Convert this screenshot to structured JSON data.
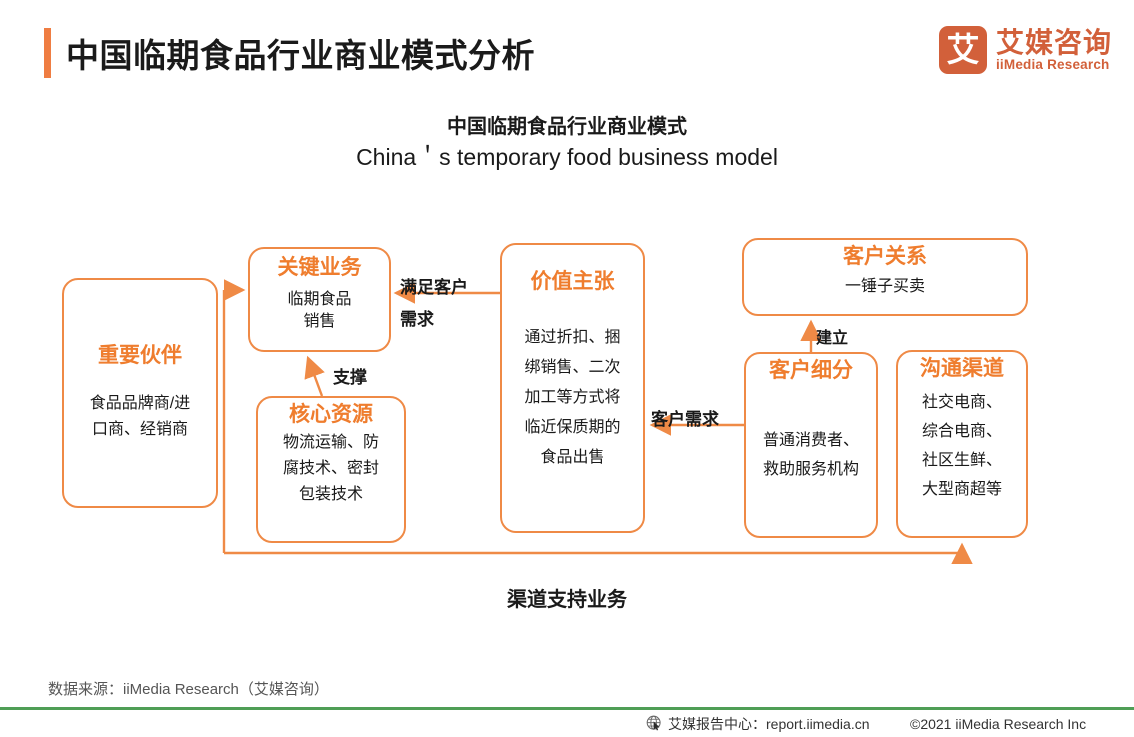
{
  "header": {
    "title": "中国临期食品行业商业模式分析",
    "logo": {
      "mark": "艾",
      "cn": "艾媒咨询",
      "en": "iiMedia Research"
    }
  },
  "chart_titles": {
    "cn": "中国临期食品行业商业模式",
    "en": "China＇s temporary food business model"
  },
  "nodes": {
    "partners": {
      "head": "重要伙伴",
      "body_lines": [
        "食品品牌商/进",
        "口商、经销商"
      ]
    },
    "key_business": {
      "head": "关键业务",
      "body_lines": [
        "临期食品",
        "销售"
      ]
    },
    "core_resources": {
      "head": "核心资源",
      "body_lines": [
        "物流运输、防",
        "腐技术、密封",
        "包装技术"
      ]
    },
    "value_proposition": {
      "head": "价值主张",
      "body_lines": [
        "通过折扣、捆",
        "绑销售、二次",
        "加工等方式将",
        "临近保质期的",
        "食品出售"
      ]
    },
    "customer_relations": {
      "head": "客户关系",
      "body_lines": [
        "一锤子买卖"
      ]
    },
    "customer_segments": {
      "head": "客户细分",
      "body_lines": [
        "普通消费者、",
        "救助服务机构"
      ]
    },
    "channels": {
      "head": "沟通渠道",
      "body_lines": [
        "社交电商、",
        "综合电商、",
        "社区生鲜、",
        "大型商超等"
      ]
    }
  },
  "edge_labels": {
    "satisfy": [
      "满足客户",
      "需求"
    ],
    "support": "支撑",
    "establish": "建立",
    "customer_demand": "客户需求",
    "bottom": "渠道支持业务"
  },
  "footer": {
    "source": "数据来源：iiMedia Research（艾媒咨询）",
    "report_center": "艾媒报告中心：report.iimedia.cn",
    "copyright": "©2021  iiMedia Research  Inc"
  },
  "colors": {
    "accent_orange": "#ef7d2e",
    "box_border": "#ef8a46",
    "logo_red": "#d2603a",
    "footer_green": "#4f9e56"
  }
}
